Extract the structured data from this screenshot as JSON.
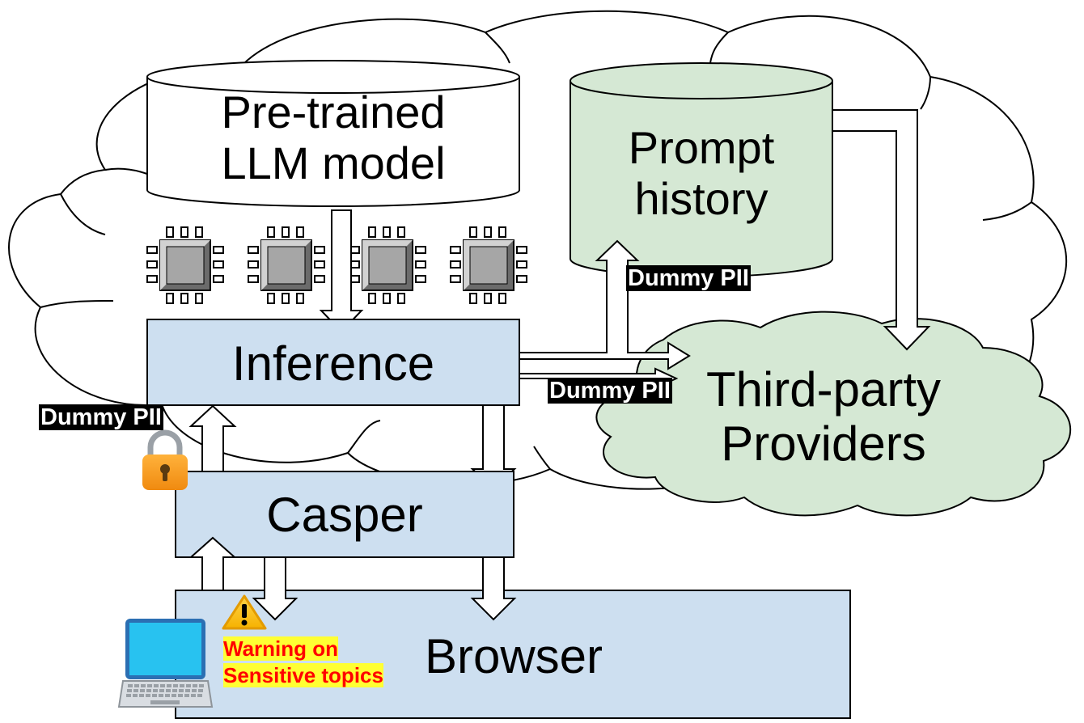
{
  "nodes": {
    "llm_model": "Pre-trained\nLLM model",
    "prompt_history": "Prompt\nhistory",
    "inference": "Inference",
    "third_party": "Third-party\nProviders",
    "casper": "Casper",
    "browser": "Browser"
  },
  "tags": {
    "pii_history": "Dummy PII",
    "pii_thirdparty": "Dummy PII",
    "pii_casper": "Dummy PII"
  },
  "warning": {
    "line1": "Warning on",
    "line2": "Sensitive topics"
  },
  "icons": [
    "cloud-icon",
    "database-icon",
    "chip-icon",
    "lock-icon",
    "warning-icon",
    "laptop-icon"
  ],
  "colors": {
    "box_fill": "#cddff0",
    "green_fill": "#d5e8d4",
    "warning_text": "#ff0000",
    "warning_highlight": "#ffff33",
    "tag_bg": "#000000"
  }
}
